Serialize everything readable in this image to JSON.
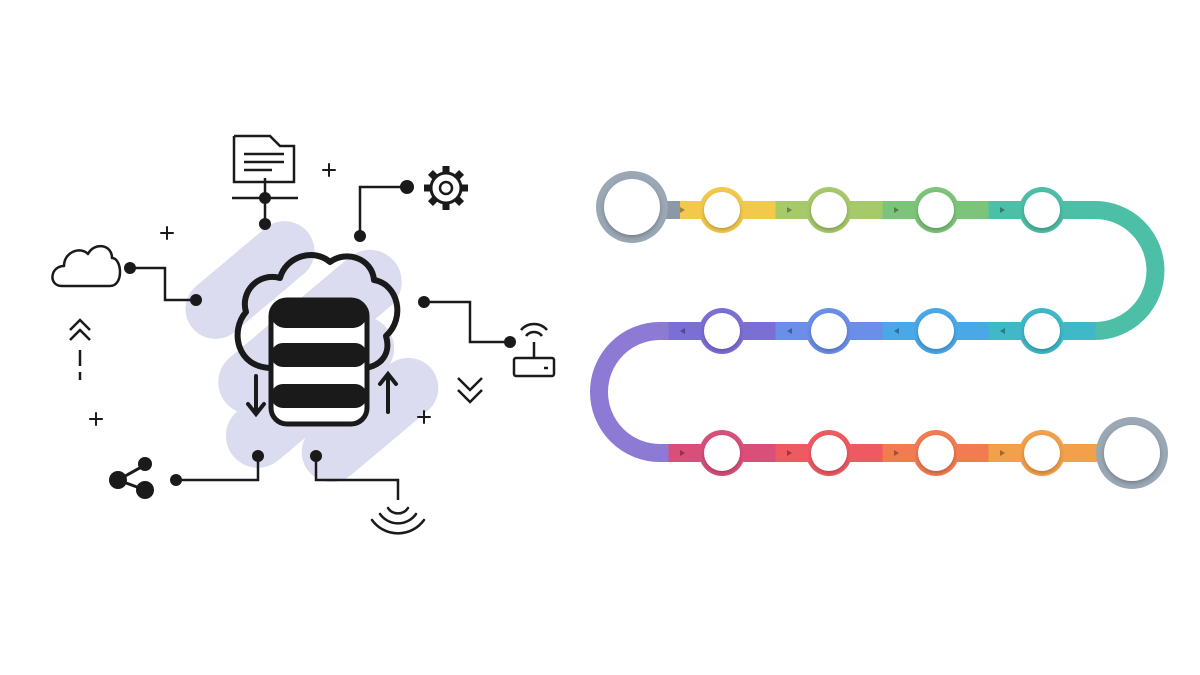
{
  "colors": {
    "background": "#ffffff",
    "ink": "#1a1a1a",
    "blob": "#dcdcf0",
    "endpoint_ring": "#9aa7b4",
    "node_fill": "#ffffff"
  },
  "database_cluster": {
    "icons": [
      "cloud-icon",
      "document-icon",
      "gear-icon",
      "router-icon",
      "share-icon",
      "wifi-signal-icon",
      "database-icon",
      "up-arrow-icon",
      "down-arrow-icon"
    ]
  },
  "timeline": {
    "rows": [
      {
        "direction": "right",
        "colors": [
          "#f2c94c",
          "#a6c96a",
          "#7cc47a",
          "#4dbfa6"
        ]
      },
      {
        "direction": "left",
        "colors": [
          "#7b6fd6",
          "#6b8ee8",
          "#4aa8e8",
          "#3fb8c8"
        ]
      },
      {
        "direction": "right",
        "colors": [
          "#d94f7a",
          "#ee5a62",
          "#f27b52",
          "#f2a04a"
        ]
      }
    ],
    "turn_colors": [
      "#4dbfa6",
      "#8c7ad4"
    ]
  }
}
